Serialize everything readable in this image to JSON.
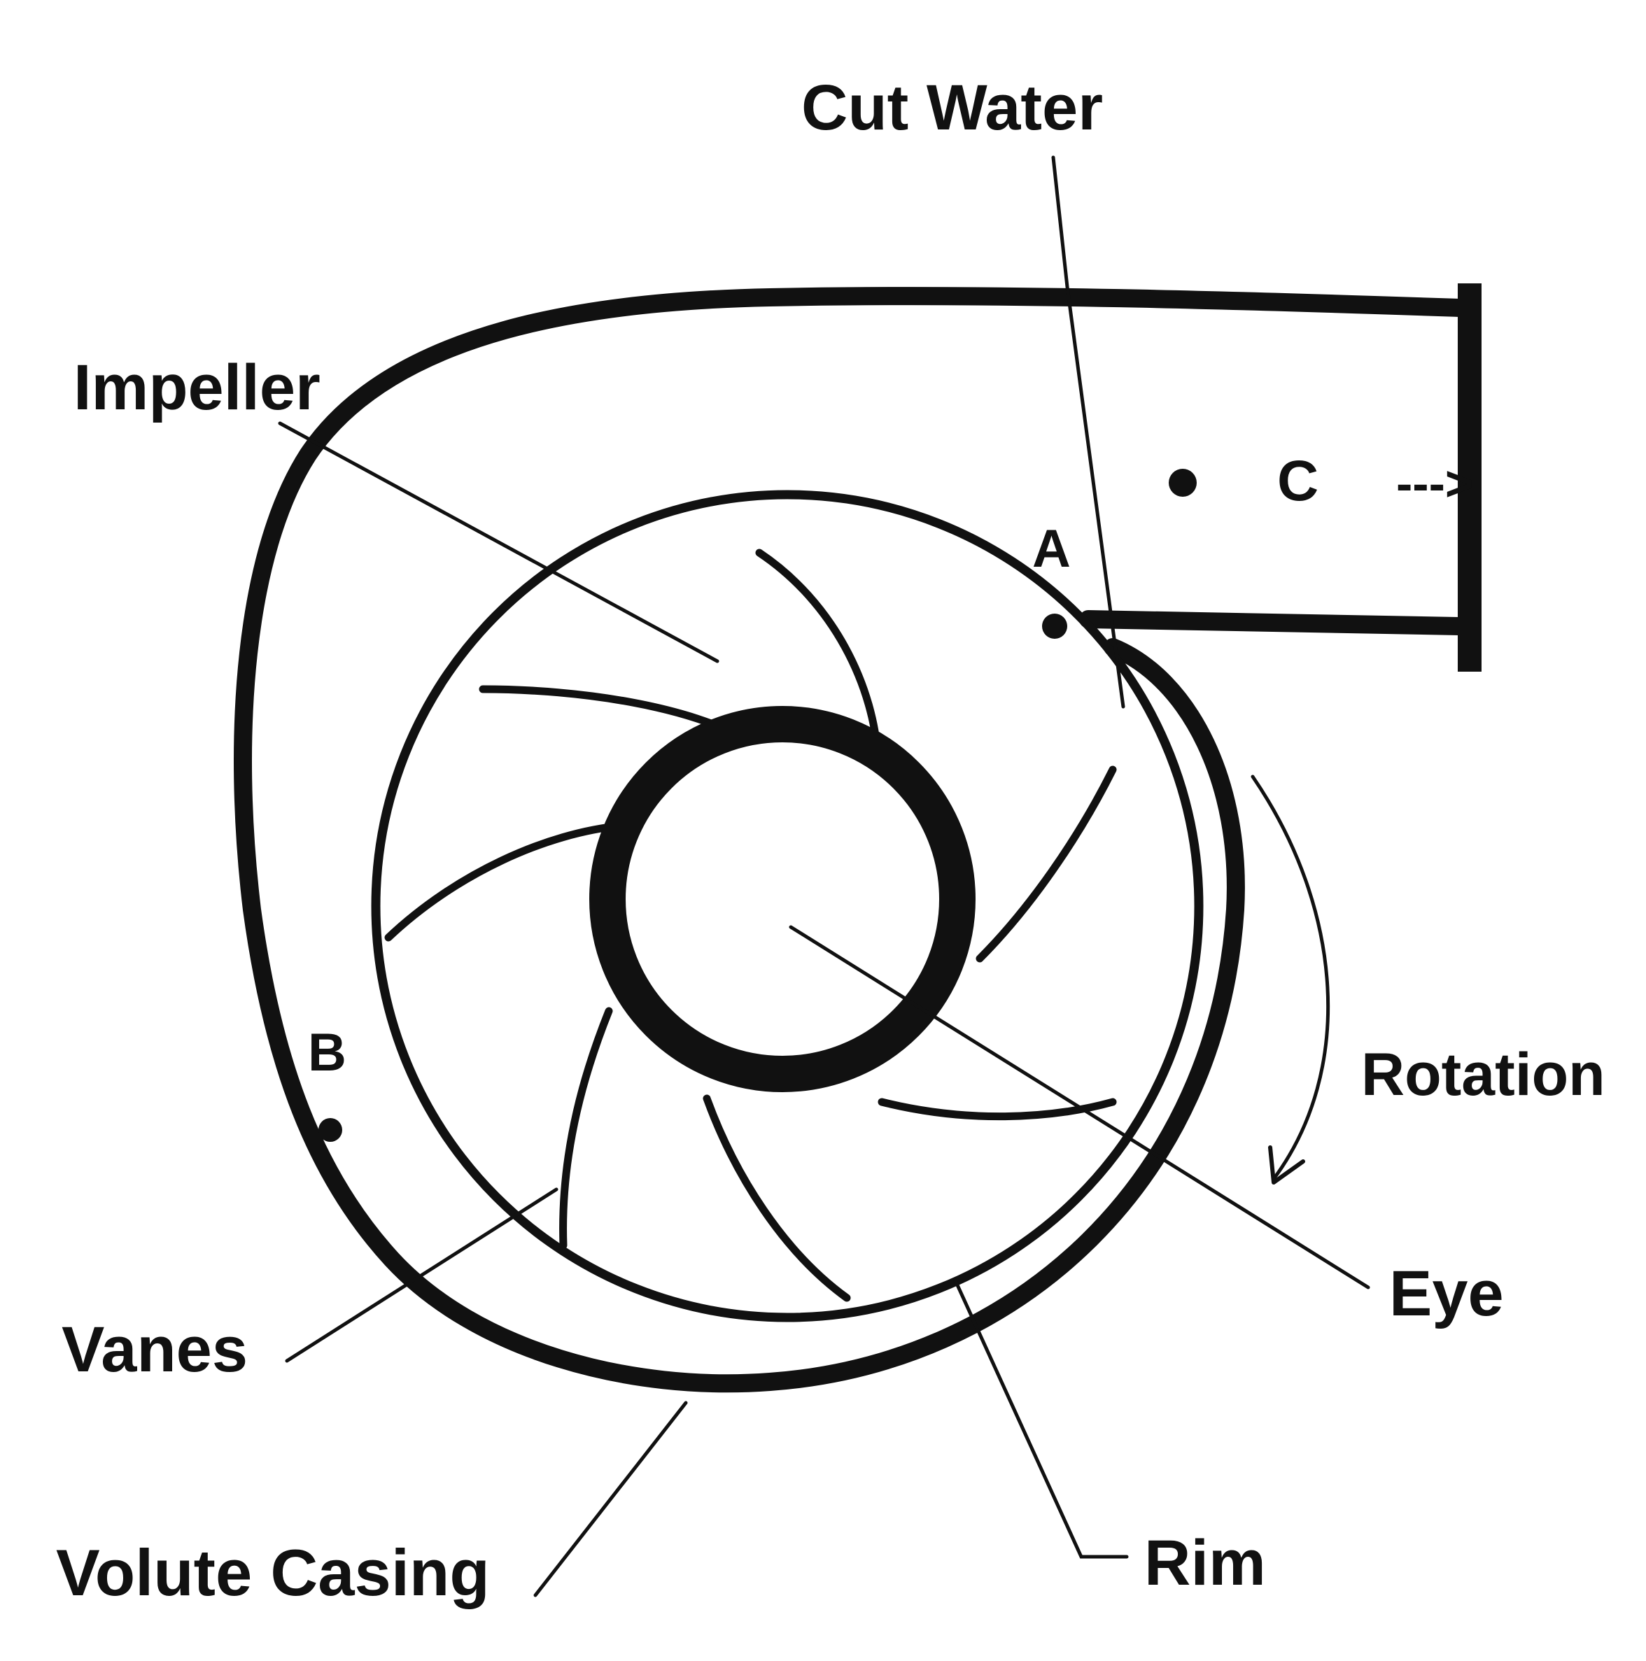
{
  "labels": {
    "cut_water": "Cut Water",
    "impeller": "Impeller",
    "rotation": "Rotation",
    "eye": "Eye",
    "rim": "Rim",
    "vanes": "Vanes",
    "volute_casing": "Volute Casing",
    "point_a": "A",
    "point_b": "B",
    "point_c": "C",
    "flow_arrow": "--->"
  }
}
